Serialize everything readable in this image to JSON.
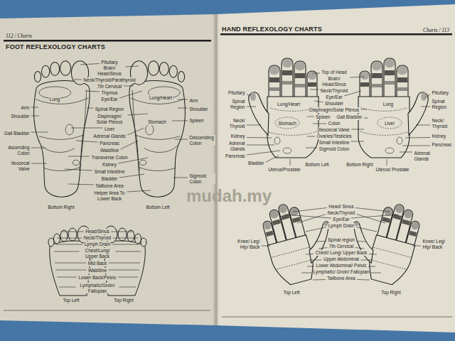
{
  "diagram": {
    "labels": [
      "112 / Charts",
      "FOOT REFLEXOLOGY CHARTS",
      "Pituitary",
      "Brain/ Head/Sinus",
      "Neck/Thyroid/Parathyroid",
      "7th Cervical",
      "Thymus",
      "Eye/Ear",
      "Spinal Region",
      "Diaphragm/ Solar Plexus",
      "Liver",
      "Adrenal Glands",
      "Pancreas",
      "Waistline",
      "Transverse Colon",
      "Kidney",
      "Small Intestine",
      "Bladder",
      "Tailbone Area",
      "Helper Area To Lower Back",
      "Lung",
      "Arm",
      "Shoulder",
      "Gall Bladder",
      "Ascending Colon",
      "Ileocecal Valve",
      "Lung/Heart",
      "Stomach",
      "Arm",
      "Shoulder",
      "Spleen",
      "Descending Colon",
      "Sigmoid Colon",
      "Bottom Right",
      "Bottom Left",
      "Head/Sinus",
      "Neck/Thyroid",
      "Lymph Drain",
      "Chest/Lung/ Upper Back",
      "Mid Back",
      "Waistline",
      "Lower Back/Pelvic",
      "Lymphatic/Groin/ Fallopian",
      "Top Left",
      "Top Right",
      "Charts / 113",
      "HAND REFLEXOLOGY CHARTS",
      "Top of Head",
      "Brain/ Head/Sinus",
      "Neck/Thyroid",
      "Eye/Ear",
      "Shoulder",
      "Diaphragm/Solar Plexus",
      "Spleen",
      "Gall Bladder",
      "Colon",
      "Ileocecal Valve",
      "Ovaries/Testicles",
      "Small Intestine",
      "Sigmoid Colon",
      "Pituitary",
      "Spinal Region",
      "Lung/Heart",
      "Neck/ Thyroid",
      "Stomach",
      "Kidney",
      "Adrenal Glands",
      "Pancreas",
      "Bladder",
      "Uterus/Prostate",
      "Bottom Left",
      "Lung",
      "Pituitary",
      "Spinal Region",
      "Liver",
      "Neck/ Thyroid",
      "Kidney",
      "Pancreas",
      "Adrenal Glands",
      "Uterus/ Prostate",
      "Bottom Right",
      "Head/ Sinus",
      "Neck/Thyroid",
      "Eye/Ear",
      "Lymph Drain",
      "Spinal region",
      "7th Cervical",
      "Chest/ Lung/ Upper Back",
      "Upper Abdominal",
      "Lower Abdominal/ Pelvic",
      "Lymphatic/ Groin/ Fallopian",
      "Tailbone Area",
      "Knee/ Leg/ Hip/ Back",
      "Knee/ Leg/ Hip/ Back",
      "Top Left",
      "Top Right",
      "mudah.my"
    ]
  }
}
